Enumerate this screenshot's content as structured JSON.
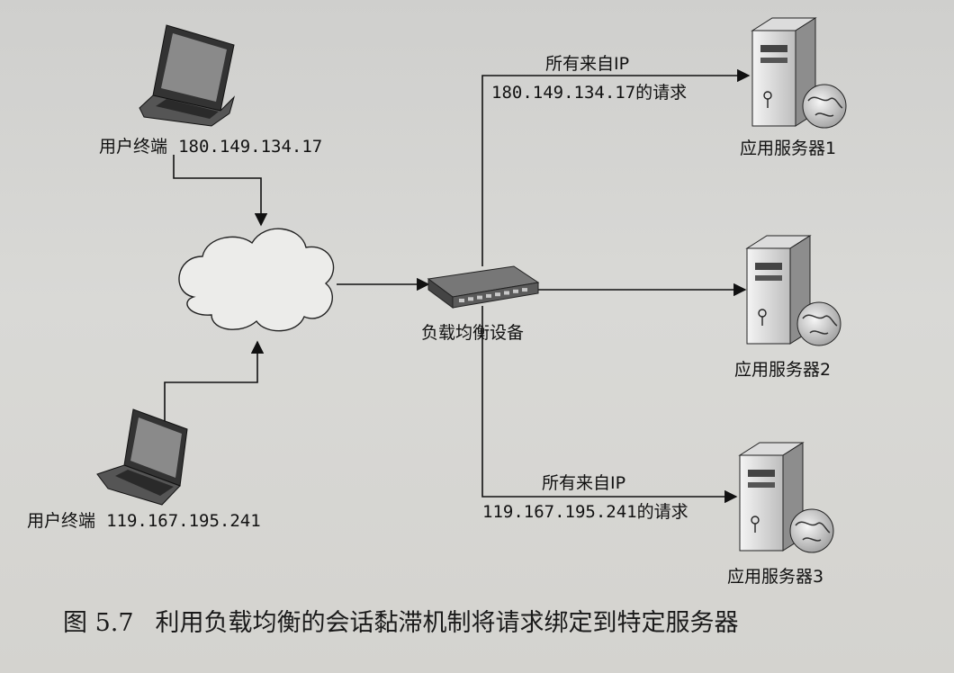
{
  "diagram": {
    "client1": {
      "label": "用户终端",
      "ip": "180.149.134.17"
    },
    "client2": {
      "label": "用户终端",
      "ip": "119.167.195.241"
    },
    "load_balancer": {
      "label": "负载均衡设备"
    },
    "servers": [
      {
        "label": "应用服务器1"
      },
      {
        "label": "应用服务器2"
      },
      {
        "label": "应用服务器3"
      }
    ],
    "route1": {
      "line1": "所有来自IP",
      "line2": "180.149.134.17的请求"
    },
    "route3": {
      "line1": "所有来自IP",
      "line2": "119.167.195.241的请求"
    }
  },
  "caption": {
    "number": "图 5.7",
    "text": "利用负载均衡的会话黏滞机制将请求绑定到特定服务器"
  }
}
